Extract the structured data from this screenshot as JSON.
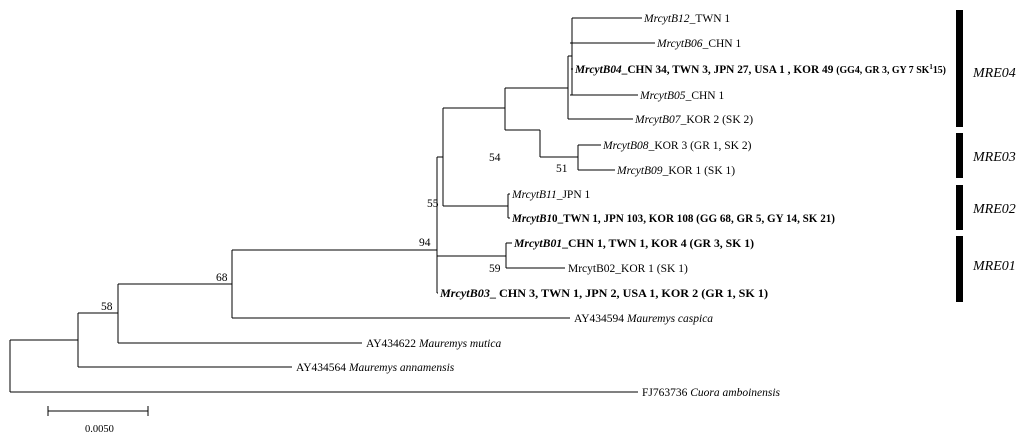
{
  "tips": [
    {
      "id": "b12",
      "segs": [
        {
          "t": "MrcytB12",
          "i": true
        },
        {
          "t": "_TWN 1"
        }
      ]
    },
    {
      "id": "b06",
      "segs": [
        {
          "t": "MrcytB06",
          "i": true
        },
        {
          "t": "_CHN 1"
        }
      ]
    },
    {
      "id": "b04",
      "segs": [
        {
          "t": "MrcytB04",
          "i": true,
          "b": true
        },
        {
          "t": "_CHN 34, TWN 3, JPN 27, USA 1 , KOR 49 ",
          "b": true
        },
        {
          "t": "(GG4, GR 3, GY 7  SK",
          "b": true,
          "small": true
        },
        {
          "t": "1",
          "b": true,
          "small": true,
          "sup": true
        },
        {
          "t": "15)",
          "b": true,
          "small": true
        }
      ]
    },
    {
      "id": "b05",
      "segs": [
        {
          "t": "MrcytB05",
          "i": true
        },
        {
          "t": "_CHN 1"
        }
      ]
    },
    {
      "id": "b07",
      "segs": [
        {
          "t": "MrcytB07",
          "i": true
        },
        {
          "t": "_KOR 2 (SK 2)"
        }
      ]
    },
    {
      "id": "b08",
      "segs": [
        {
          "t": "MrcytB08",
          "i": true
        },
        {
          "t": "_KOR 3 (GR 1, SK 2)"
        }
      ]
    },
    {
      "id": "b09",
      "segs": [
        {
          "t": "MrcytB09",
          "i": true
        },
        {
          "t": "_KOR 1 (SK 1)"
        }
      ]
    },
    {
      "id": "b11",
      "segs": [
        {
          "t": "MrcytB11",
          "i": true
        },
        {
          "t": "_JPN 1"
        }
      ]
    },
    {
      "id": "b10",
      "segs": [
        {
          "t": "MrcytB1",
          "i": true,
          "b": true
        },
        {
          "t": "0_TWN 1, JPN 103, KOR 108 (GG 68, GR 5, GY 14, SK 21)",
          "b": true
        }
      ]
    },
    {
      "id": "b01",
      "segs": [
        {
          "t": "MrcytB01",
          "i": true,
          "b": true
        },
        {
          "t": "_CHN 1, TWN 1, KOR 4 (GR 3, SK 1)",
          "b": true
        }
      ]
    },
    {
      "id": "b02",
      "segs": [
        {
          "t": "MrcytB02_KOR 1 (SK 1)"
        }
      ]
    },
    {
      "id": "b03",
      "segs": [
        {
          "t": "MrcytB03",
          "i": true,
          "b": true
        },
        {
          "t": "_ CHN 3, TWN 1, JPN 2, USA 1, KOR 2 (GR 1, SK 1)",
          "b": true
        }
      ]
    },
    {
      "id": "caspica",
      "segs": [
        {
          "t": "AY434594 "
        },
        {
          "t": "Mauremys caspica",
          "i": true
        }
      ]
    },
    {
      "id": "mutica",
      "segs": [
        {
          "t": "AY434622 "
        },
        {
          "t": "Mauremys mutica",
          "i": true
        }
      ]
    },
    {
      "id": "annam",
      "segs": [
        {
          "t": "AY434564 "
        },
        {
          "t": "Mauremys annamensis",
          "i": true
        }
      ]
    },
    {
      "id": "cuora",
      "segs": [
        {
          "t": "FJ763736 "
        },
        {
          "t": "Cuora amboinensis",
          "i": true
        }
      ]
    }
  ],
  "bootstrap": [
    {
      "id": "n51",
      "text": "51"
    },
    {
      "id": "n54",
      "text": "54"
    },
    {
      "id": "n55",
      "text": "55"
    },
    {
      "id": "n59",
      "text": "59"
    },
    {
      "id": "n94",
      "text": "94"
    },
    {
      "id": "n68",
      "text": "68"
    },
    {
      "id": "n58",
      "text": "58"
    }
  ],
  "groups": [
    {
      "id": "MRE04",
      "label": "MRE04"
    },
    {
      "id": "MRE03",
      "label": "MRE03"
    },
    {
      "id": "MRE02",
      "label": "MRE02"
    },
    {
      "id": "MRE01",
      "label": "MRE01"
    }
  ],
  "scale_bar": {
    "label": "0.0050"
  }
}
